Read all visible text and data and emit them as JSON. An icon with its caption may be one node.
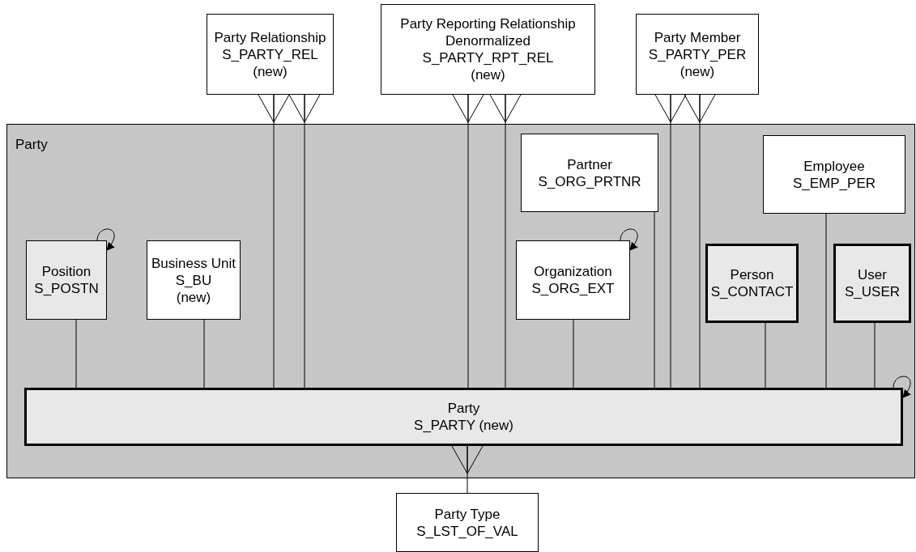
{
  "diagram": {
    "nodes": [
      {
        "text": [
          "Party Relationship",
          "S_PARTY_REL",
          "(new)"
        ]
      },
      {
        "text": [
          "Party Reporting Relationship Denormalized",
          "S_PARTY_RPT_REL",
          "(new)"
        ]
      },
      {
        "text": [
          "Party Member",
          "S_PARTY_PER",
          "(new)"
        ]
      },
      {
        "text": [
          "Party"
        ]
      },
      {
        "text": [
          "Partner",
          "S_ORG_PRTNR"
        ],
        "in": 3
      },
      {
        "text": [
          "Employee",
          "S_EMP_PER"
        ],
        "in": 3
      },
      {
        "text": [
          "Position",
          "S_POSTN"
        ],
        "in": 3
      },
      {
        "text": [
          "Business Unit",
          "S_BU",
          "(new)"
        ],
        "in": 3
      },
      {
        "text": [
          "Organization",
          "S_ORG_EXT"
        ],
        "in": 3
      },
      {
        "text": [
          "Person",
          "S_CONTACT"
        ],
        "in": 3
      },
      {
        "text": [
          "User",
          "S_USER"
        ],
        "in": 3
      },
      {
        "text": [
          "Party",
          "S_PARTY (new)"
        ],
        "in": 3
      },
      {
        "text": [
          "Party Type",
          "S_LST_OF_VAL"
        ]
      }
    ],
    "edges": [
      {
        "from": 11,
        "to": 0,
        "arrow": "other"
      },
      {
        "from": 11,
        "to": 0,
        "arrow": "other"
      },
      {
        "from": 11,
        "to": 1,
        "arrow": "other"
      },
      {
        "from": 11,
        "to": 1,
        "arrow": "other"
      },
      {
        "from": 11,
        "to": 2,
        "arrow": "other"
      },
      {
        "from": 11,
        "to": 2,
        "arrow": "other"
      },
      {
        "from": 6,
        "to": 11,
        "arrow": "none"
      },
      {
        "from": 7,
        "to": 11,
        "arrow": "none"
      },
      {
        "from": 8,
        "to": 11,
        "arrow": "none"
      },
      {
        "from": 4,
        "to": 11,
        "arrow": "none"
      },
      {
        "from": 9,
        "to": 11,
        "arrow": "none"
      },
      {
        "from": 5,
        "to": 11,
        "arrow": "none"
      },
      {
        "from": 10,
        "to": 11,
        "arrow": "none"
      },
      {
        "from": 6,
        "to": 6,
        "arrow": "to"
      },
      {
        "from": 8,
        "to": 8,
        "arrow": "to"
      },
      {
        "from": 11,
        "to": 11,
        "arrow": "to"
      },
      {
        "from": 12,
        "to": 11,
        "arrow": "other"
      }
    ]
  }
}
